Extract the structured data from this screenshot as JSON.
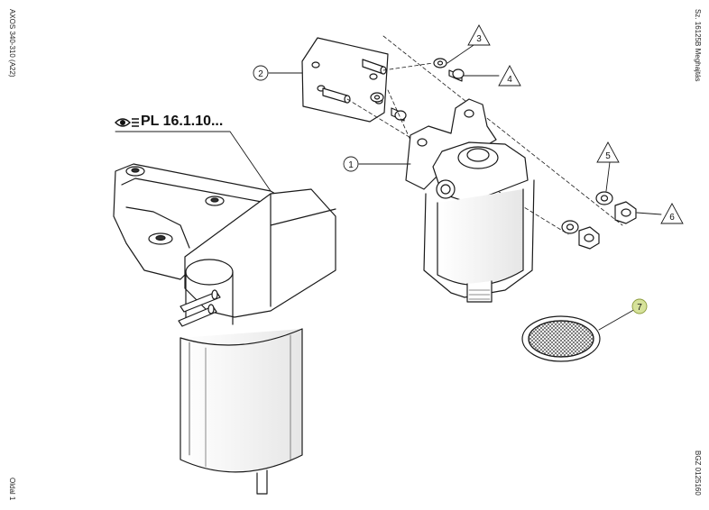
{
  "margins": {
    "left_top": "AXOS 340-310 (A22)",
    "left_bottom": "Oldal 1",
    "right_top": "Sz. 16125B  Meghajtás",
    "right_bottom": "BGZ 0125160"
  },
  "reference": {
    "icon": "eye-pointer-icon",
    "label": "PL 16.1.10..."
  },
  "callouts": [
    {
      "number": "1",
      "shape": "circle"
    },
    {
      "number": "2",
      "shape": "circle"
    },
    {
      "number": "3",
      "shape": "triangle"
    },
    {
      "number": "4",
      "shape": "triangle"
    },
    {
      "number": "5",
      "shape": "triangle"
    },
    {
      "number": "6",
      "shape": "triangle"
    },
    {
      "number": "7",
      "shape": "circle",
      "highlight": "#d6e29a"
    }
  ],
  "colors": {
    "line": "#1a1a1a",
    "highlight": "#d6e29a"
  }
}
